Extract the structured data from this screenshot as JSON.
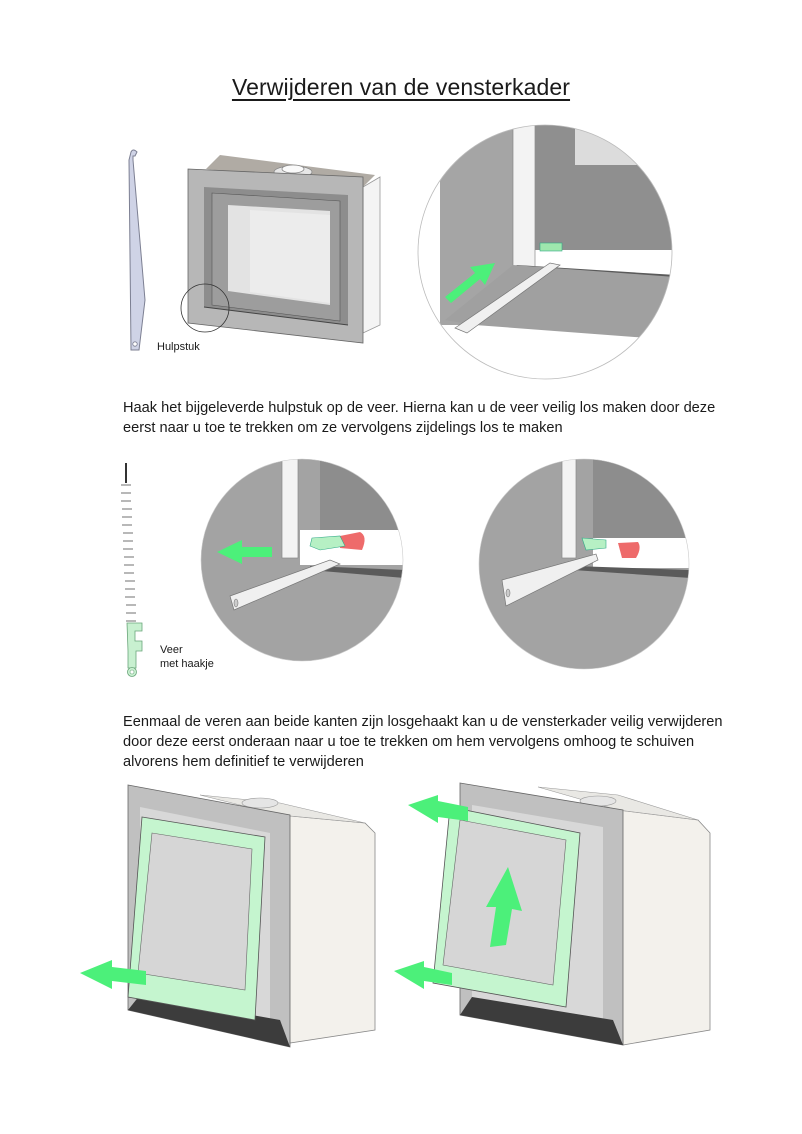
{
  "page": {
    "title": "Verwijderen van de vensterkader"
  },
  "step1": {
    "tool_label": "Hulpstuk",
    "instruction": "Haak het bijgeleverde hulpstuk op de veer. Hierna kan u de veer veilig los maken door deze eerst naar u toe te trekken om ze vervolgens zijdelings los te maken"
  },
  "step2": {
    "spring_label_line1": "Veer",
    "spring_label_line2": "met haakje",
    "instruction": "Eenmaal de veren aan beide kanten zijn losgehaakt kan u de vensterkader veilig verwijderen door deze eerst onderaan naar u toe te trekken om hem vervolgens omhoog te schuiven alvorens hem definitief te verwijderen"
  },
  "colors": {
    "arrow_green": "#4cf07a",
    "highlight_green": "#c8f7d2",
    "release_red": "#ee6b6b",
    "steel_gray": "#a8a8a8",
    "dark_gray": "#7a7a7a"
  },
  "icons": {
    "arrow": "green-arrow-icon"
  }
}
